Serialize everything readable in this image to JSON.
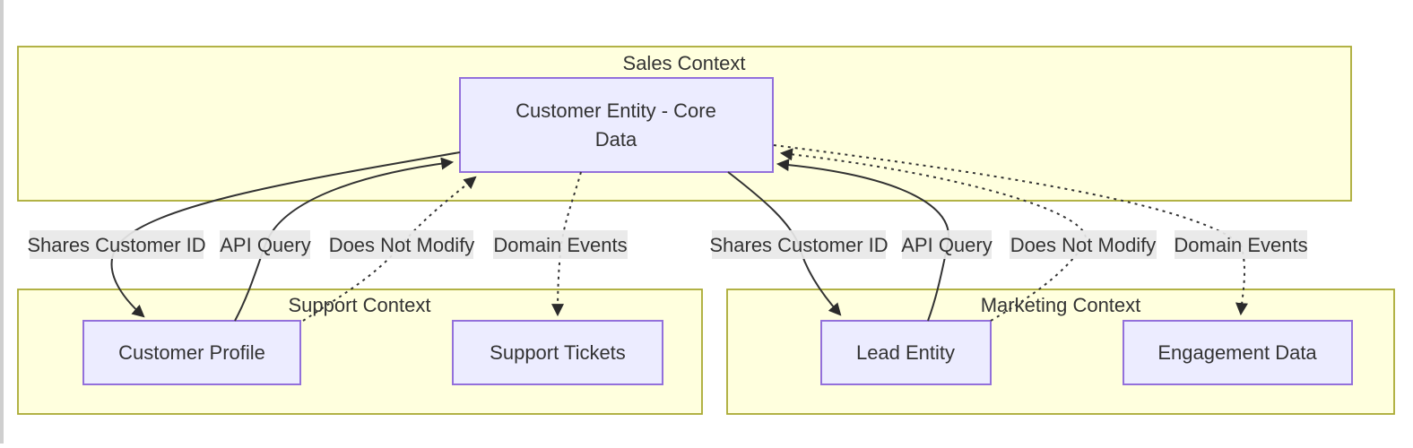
{
  "containers": {
    "sales": {
      "label": "Sales Context"
    },
    "support": {
      "label": "Support Context"
    },
    "marketing": {
      "label": "Marketing Context"
    }
  },
  "nodes": {
    "customer_entity": {
      "line1": "Customer Entity - Core",
      "line2": "Data"
    },
    "customer_profile": {
      "label": "Customer Profile"
    },
    "support_tickets": {
      "label": "Support Tickets"
    },
    "lead_entity": {
      "label": "Lead Entity"
    },
    "engagement_data": {
      "label": "Engagement Data"
    }
  },
  "edges": {
    "left": {
      "shares_customer_id": "Shares Customer ID",
      "api_query": "API Query",
      "does_not_modify": "Does Not Modify",
      "domain_events": "Domain Events"
    },
    "right": {
      "shares_customer_id": "Shares Customer ID",
      "api_query": "API Query",
      "does_not_modify": "Does Not Modify",
      "domain_events": "Domain Events"
    }
  },
  "colors": {
    "container_fill": "#ffffde",
    "container_border": "#aaaa33",
    "node_fill": "#ececff",
    "node_border": "#9370db",
    "edge": "#333333",
    "edge_label_bg": "#e8e8e8",
    "text": "#333333"
  }
}
